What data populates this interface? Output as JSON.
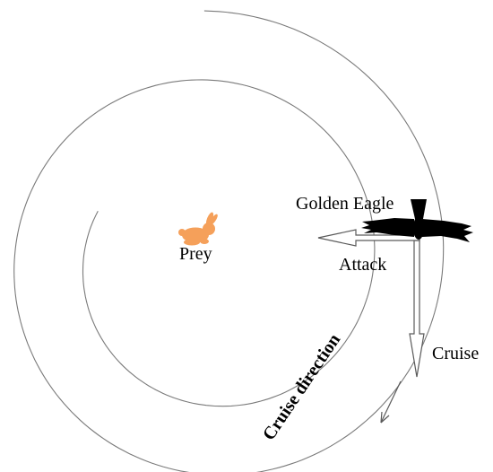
{
  "labels": {
    "golden_eagle": "Golden Eagle",
    "prey": "Prey",
    "attack": "Attack",
    "cruise": "Cruise",
    "cruise_direction": "Cruise direction"
  },
  "colors": {
    "spiral": "#7a7a7a",
    "eagle": "#000000",
    "prey": "#f5a05a",
    "arrow_stroke": "#5a5a5a",
    "arrow_fill": "#ffffff",
    "text": "#000000"
  },
  "icons": {
    "prey": "rabbit-icon",
    "eagle": "eagle-silhouette-icon"
  }
}
